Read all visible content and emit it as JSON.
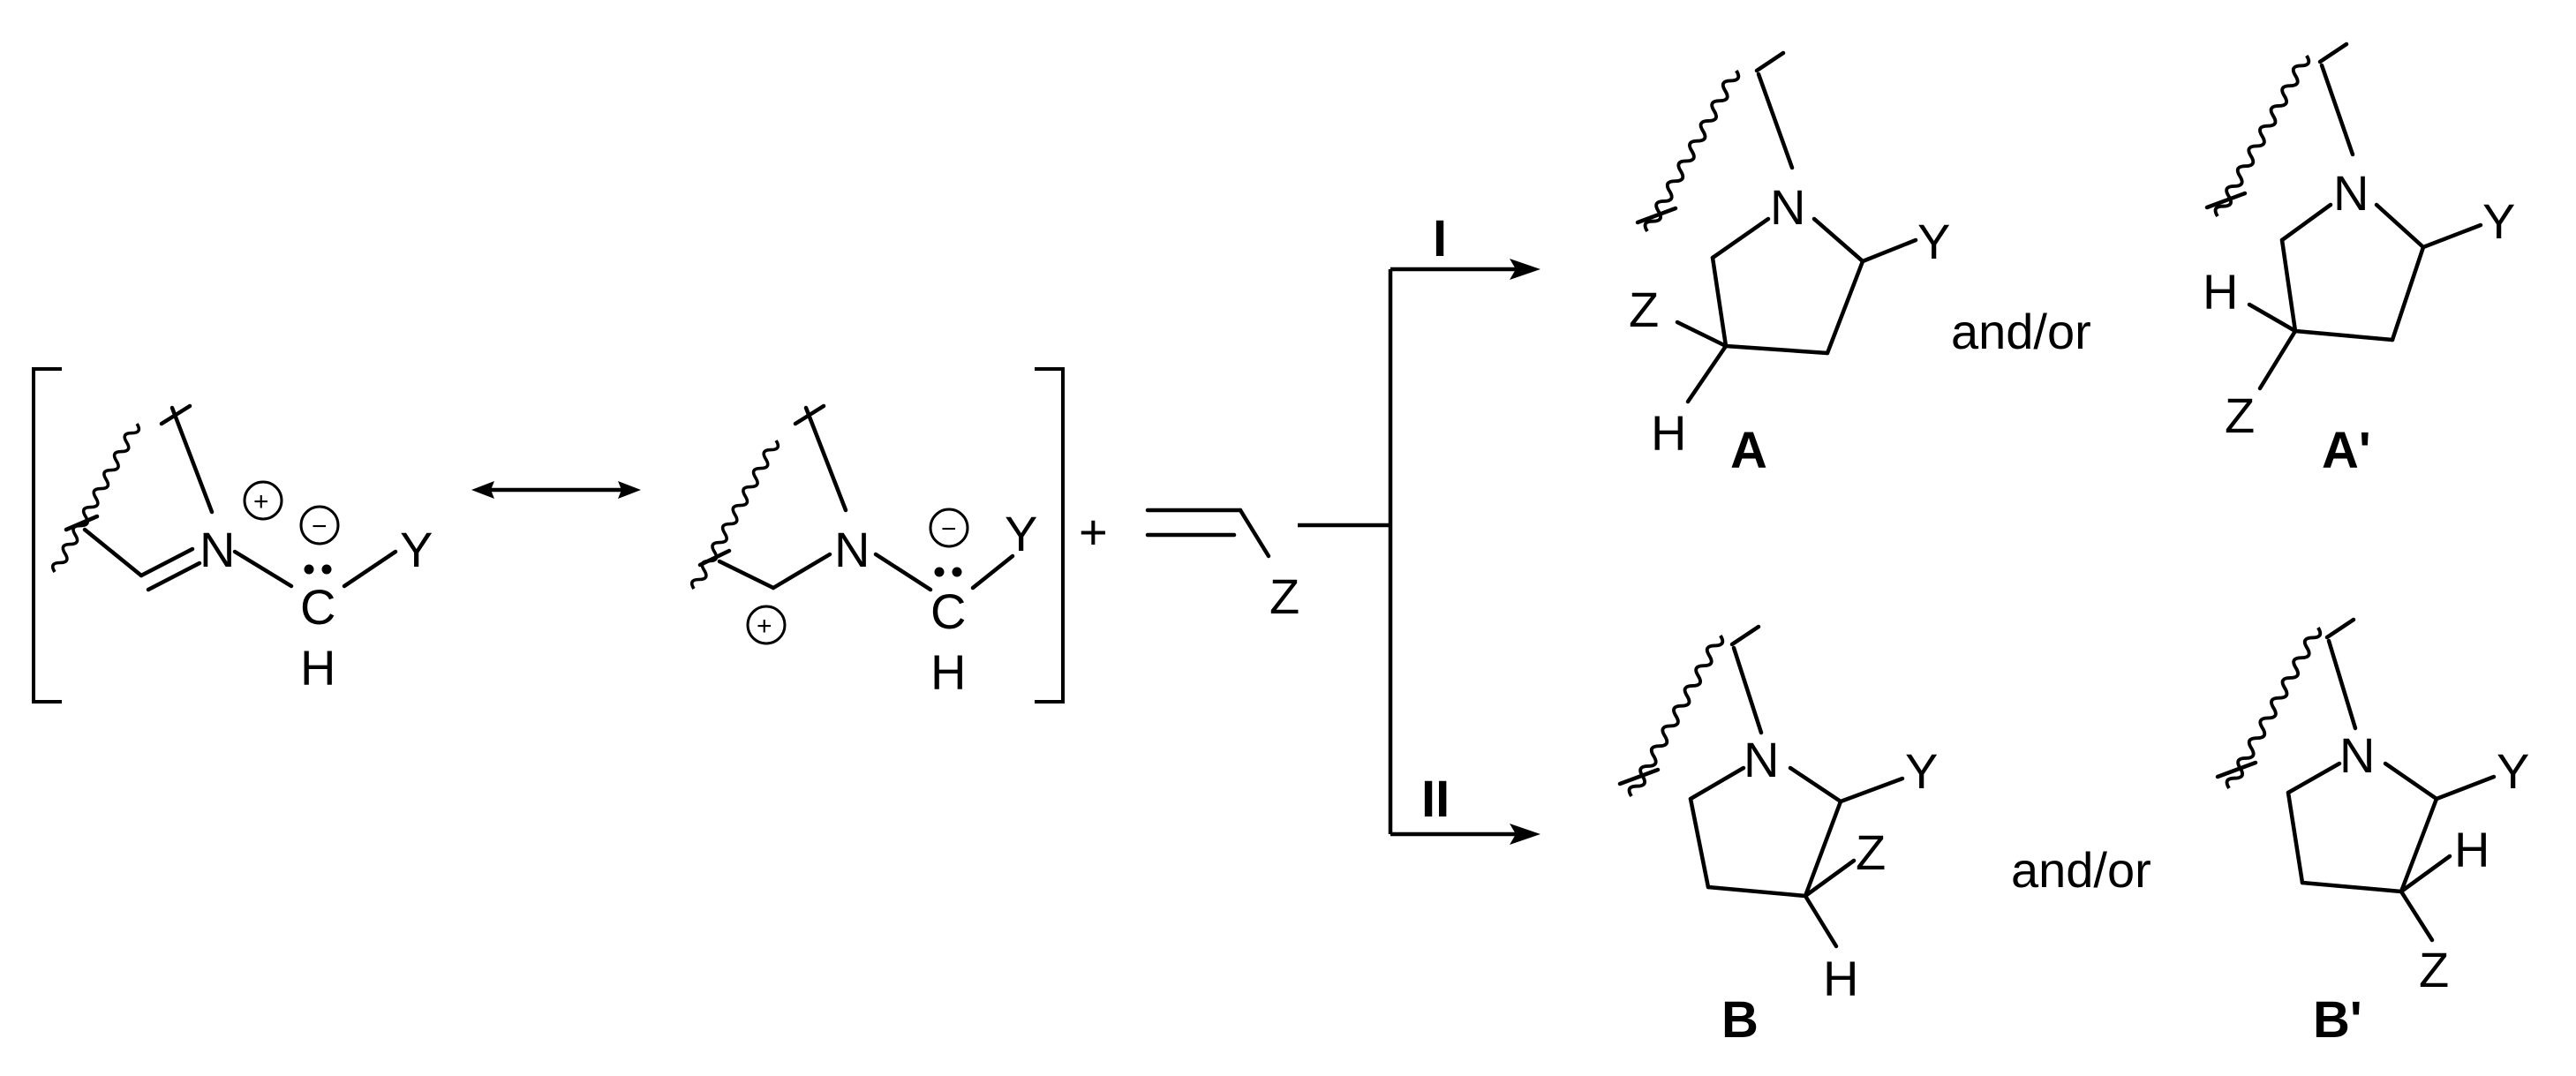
{
  "atoms": {
    "N": "N",
    "C": "C",
    "H": "H",
    "Y": "Y",
    "Z": "Z",
    "plus_sign": "+"
  },
  "charges": {
    "positive": "+",
    "negative": "−"
  },
  "conditions": {
    "path_I": "I",
    "path_II": "II"
  },
  "products": {
    "A": "A",
    "A_prime": "A'",
    "B": "B",
    "B_prime": "B'"
  },
  "connector": "and/or"
}
